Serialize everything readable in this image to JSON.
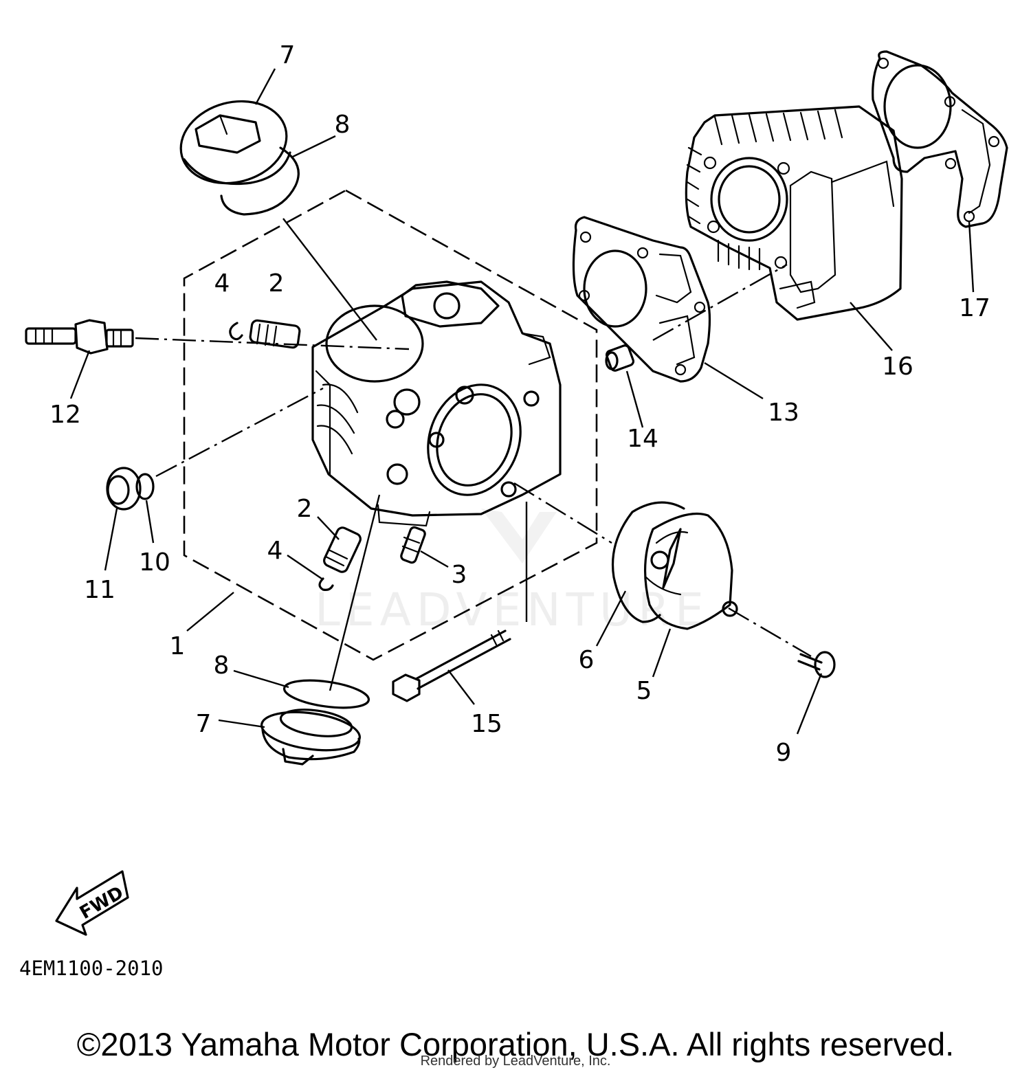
{
  "diagram": {
    "watermark": "LEADVENTURE",
    "fwd_label": "FWD",
    "diagram_code": "4EM1100-2010",
    "copyright": "©2013 Yamaha Motor Corporation, U.S.A. All rights reserved.",
    "rendered_by": "Rendered by LeadVenture, Inc.",
    "callouts": [
      "7",
      "8",
      "4",
      "2",
      "12",
      "10",
      "11",
      "2",
      "4",
      "3",
      "1",
      "8",
      "7",
      "15",
      "6",
      "5",
      "9",
      "14",
      "13",
      "16",
      "17"
    ]
  }
}
